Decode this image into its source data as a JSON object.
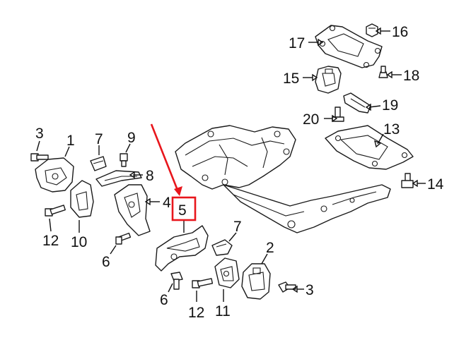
{
  "diagram": {
    "highlight_color": "#e8161c",
    "highlighted_part": "5",
    "labels": [
      {
        "id": "l17",
        "text": "17"
      },
      {
        "id": "l16",
        "text": "16"
      },
      {
        "id": "l15",
        "text": "15"
      },
      {
        "id": "l18",
        "text": "18"
      },
      {
        "id": "l19",
        "text": "19"
      },
      {
        "id": "l20",
        "text": "20"
      },
      {
        "id": "l13",
        "text": "13"
      },
      {
        "id": "l14",
        "text": "14"
      },
      {
        "id": "l3a",
        "text": "3"
      },
      {
        "id": "l1",
        "text": "1"
      },
      {
        "id": "l7a",
        "text": "7"
      },
      {
        "id": "l9",
        "text": "9"
      },
      {
        "id": "l8",
        "text": "8"
      },
      {
        "id": "l4",
        "text": "4"
      },
      {
        "id": "l5",
        "text": "5"
      },
      {
        "id": "l12a",
        "text": "12"
      },
      {
        "id": "l10",
        "text": "10"
      },
      {
        "id": "l6a",
        "text": "6"
      },
      {
        "id": "l7b",
        "text": "7"
      },
      {
        "id": "l2",
        "text": "2"
      },
      {
        "id": "l6b",
        "text": "6"
      },
      {
        "id": "l12b",
        "text": "12"
      },
      {
        "id": "l11",
        "text": "11"
      },
      {
        "id": "l3b",
        "text": "3"
      }
    ]
  }
}
